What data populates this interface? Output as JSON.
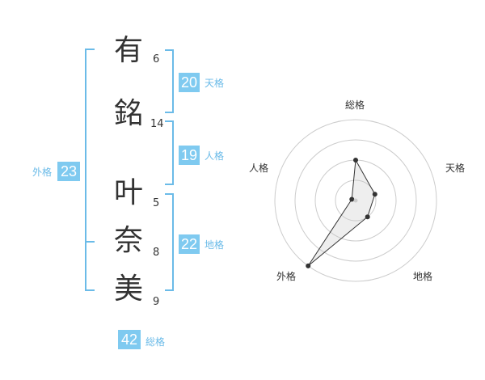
{
  "name": {
    "chars": [
      {
        "char": "有",
        "strokes": "6"
      },
      {
        "char": "銘",
        "strokes": "14"
      },
      {
        "char": "叶",
        "strokes": "5"
      },
      {
        "char": "奈",
        "strokes": "8"
      },
      {
        "char": "美",
        "strokes": "9"
      }
    ]
  },
  "fortunes": {
    "tenkaku": {
      "value": "20",
      "label": "天格"
    },
    "jinkaku": {
      "value": "19",
      "label": "人格"
    },
    "chikaku": {
      "value": "22",
      "label": "地格"
    },
    "gaikaku": {
      "value": "23",
      "label": "外格"
    },
    "soukaku": {
      "value": "42",
      "label": "総格"
    }
  },
  "colors": {
    "accent": "#7fcaf0",
    "text": "#333333"
  },
  "chart_data": {
    "type": "radar",
    "axes": [
      "総格",
      "天格",
      "地格",
      "外格",
      "人格"
    ],
    "values": [
      2.0,
      1.0,
      1.0,
      4.0,
      0.2
    ],
    "max": 4,
    "rings": 4
  }
}
